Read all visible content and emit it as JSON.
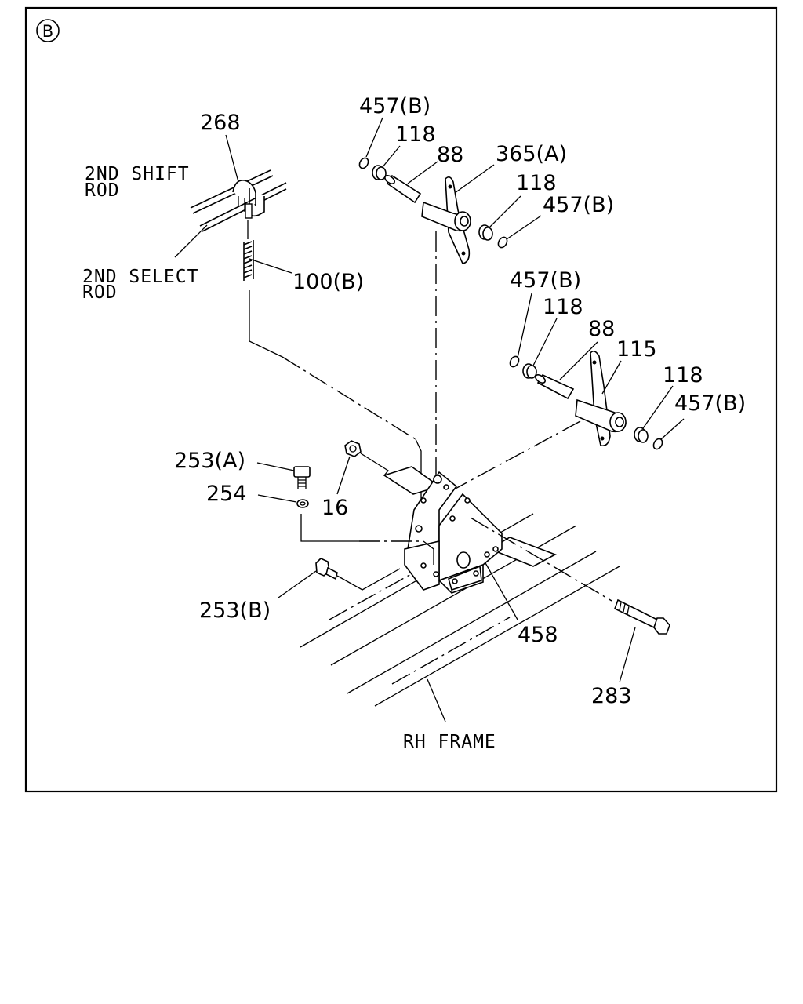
{
  "view_marker": "B",
  "labels": {
    "rod_2nd_shift": [
      "2ND SHIFT",
      "ROD"
    ],
    "rod_2nd_select": [
      "2ND SELECT",
      "ROD"
    ],
    "rh_frame": "RH FRAME",
    "p268": "268",
    "p100b": "100(B)",
    "p457b_1": "457(B)",
    "p118_1": "118",
    "p88_1": "88",
    "p365a": "365(A)",
    "p118_2": "118",
    "p457b_2": "457(B)",
    "p457b_3": "457(B)",
    "p118_3": "118",
    "p88_2": "88",
    "p115": "115",
    "p118_4": "118",
    "p457b_4": "457(B)",
    "p253a": "253(A)",
    "p254": "254",
    "p16": "16",
    "p253b": "253(B)",
    "p458": "458",
    "p283": "283"
  }
}
